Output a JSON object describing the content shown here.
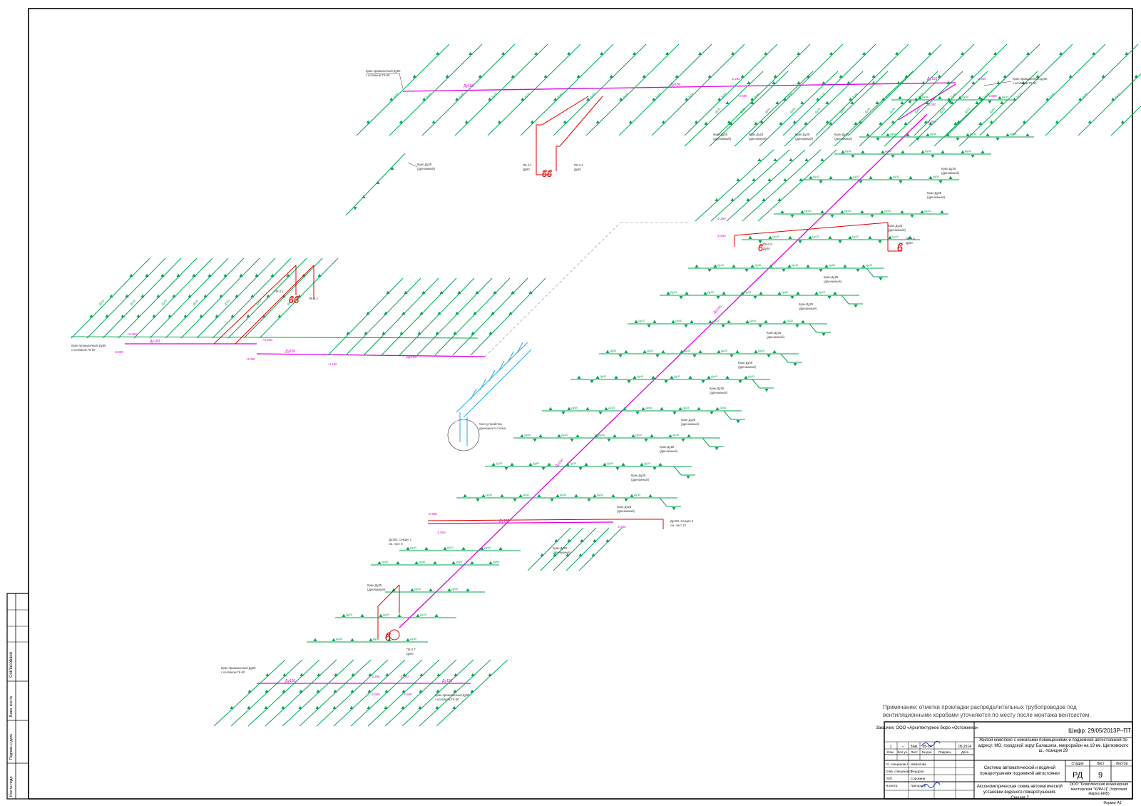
{
  "colors": {
    "sprinkler": "#00a651",
    "main_pipe": "#e000e0",
    "valve_line": "#e00000",
    "drain_unit": "#29a9e0",
    "frame": "#000000"
  },
  "main_pipe_labels": [
    "Ду150",
    "Ду100",
    "Ду150",
    "Ду150",
    "Ду150"
  ],
  "branch_labels": [
    "Ду32",
    "Ду25",
    "Ду40",
    "Ду50",
    "Ду65",
    "Ду20"
  ],
  "elevation_labels": [
    "-2.250",
    "-2.500",
    "-2.900",
    "-3.000",
    "-2.750",
    "-3.150",
    "+0.600",
    "+0.200"
  ],
  "callouts": {
    "flush_valve_a": [
      "Кран промывочный Ду50",
      "с колпаком ГК-50"
    ],
    "flush_valve_b": [
      "Кран промывочный Ду50",
      "с колпаком ГК-50"
    ],
    "flush_valve_c": [
      "Кран промывочный Ду50",
      "с колпаком ГК-50"
    ],
    "flush_valve_d": [
      "Кран промывочный Ду50",
      "с колпаком ГК-50"
    ],
    "flush_valve_e": [
      "Кран промывочный Ду50",
      "с колпаком ГК-50"
    ],
    "drain_a": [
      "Кран Ду25",
      "(дренажный)"
    ],
    "drain_b": [
      "Кран Ду25",
      "(дренажный)"
    ],
    "drain_c": [
      "Кран Ду25",
      "(дренажный)"
    ],
    "drain_node": [
      "Узел устройства",
      "дренажного стояка"
    ],
    "pk_a": [
      "ПК-2.1",
      "Ду50"
    ],
    "pk_b": [
      "ПК-2.2",
      "Ду50"
    ],
    "pk_c": [
      "ПК-2.5",
      "Ду50"
    ],
    "pk_d": [
      "ПК-2.6",
      "Ду50"
    ],
    "pk_e": [
      "ПК-2.7",
      "Ду50"
    ],
    "section_link_a": [
      "Ду150, Секция 1",
      "см. лист 8"
    ],
    "section_link_b": [
      "Ду150, Секция 3",
      "см. лист 10"
    ]
  },
  "note": "Примечание: отметки прокладки распределительных трубопроводов под вентиляционными коробами уточняются по месту после монтажа вентсистем.",
  "stamp_side": {
    "agreed": "Согласовано",
    "inv_sub": "Взам. инв.№",
    "sign_date": "Подпись и дата",
    "inv_orig": "Инв.№ подл."
  },
  "title_block": {
    "customer": "Заказчик: ООО «Архитектурное бюро «Остоженка»",
    "code": "Шифр: 29/05/2013Р–ПТ",
    "project": "Жилой комплекс с нежилыми помещениями и подземной автостоянкой по адресу: МО, городской округ Балашиха, микрорайон на 19 км. Щелковского ш., позиция 29",
    "rev_row": [
      "1",
      "–",
      "Зам.",
      "05-14",
      "",
      "05.2014"
    ],
    "rev_head": [
      "Изм.",
      "Кол.уч.",
      "Лист",
      "№ док.",
      "Подпись",
      "Дата"
    ],
    "roles": [
      {
        "role": "Гл. специалист",
        "name": "Шабалова"
      },
      {
        "role": "Глав. специалист",
        "name": "Федоров"
      },
      {
        "role": "ГИП",
        "name": "Сорокина"
      },
      {
        "role": "Н.контр.",
        "name": "Григорьев"
      }
    ],
    "system": "Система автоматической и водяной пожаротушения подземной автостоянки",
    "sheet_title": "Аксонометрическая схема автоматической установки водяного пожаротушения. Секция 2",
    "stage_head": "Стадия",
    "sheet_head": "Лист",
    "sheets_head": "Листов",
    "stage": "РД",
    "sheet": "9",
    "sheets": "",
    "org": "ООО \"Комплексная инженерная мастерская \"КИМ-Ц\" (торговая марка ЕКБ)",
    "format": "Формат А1"
  }
}
